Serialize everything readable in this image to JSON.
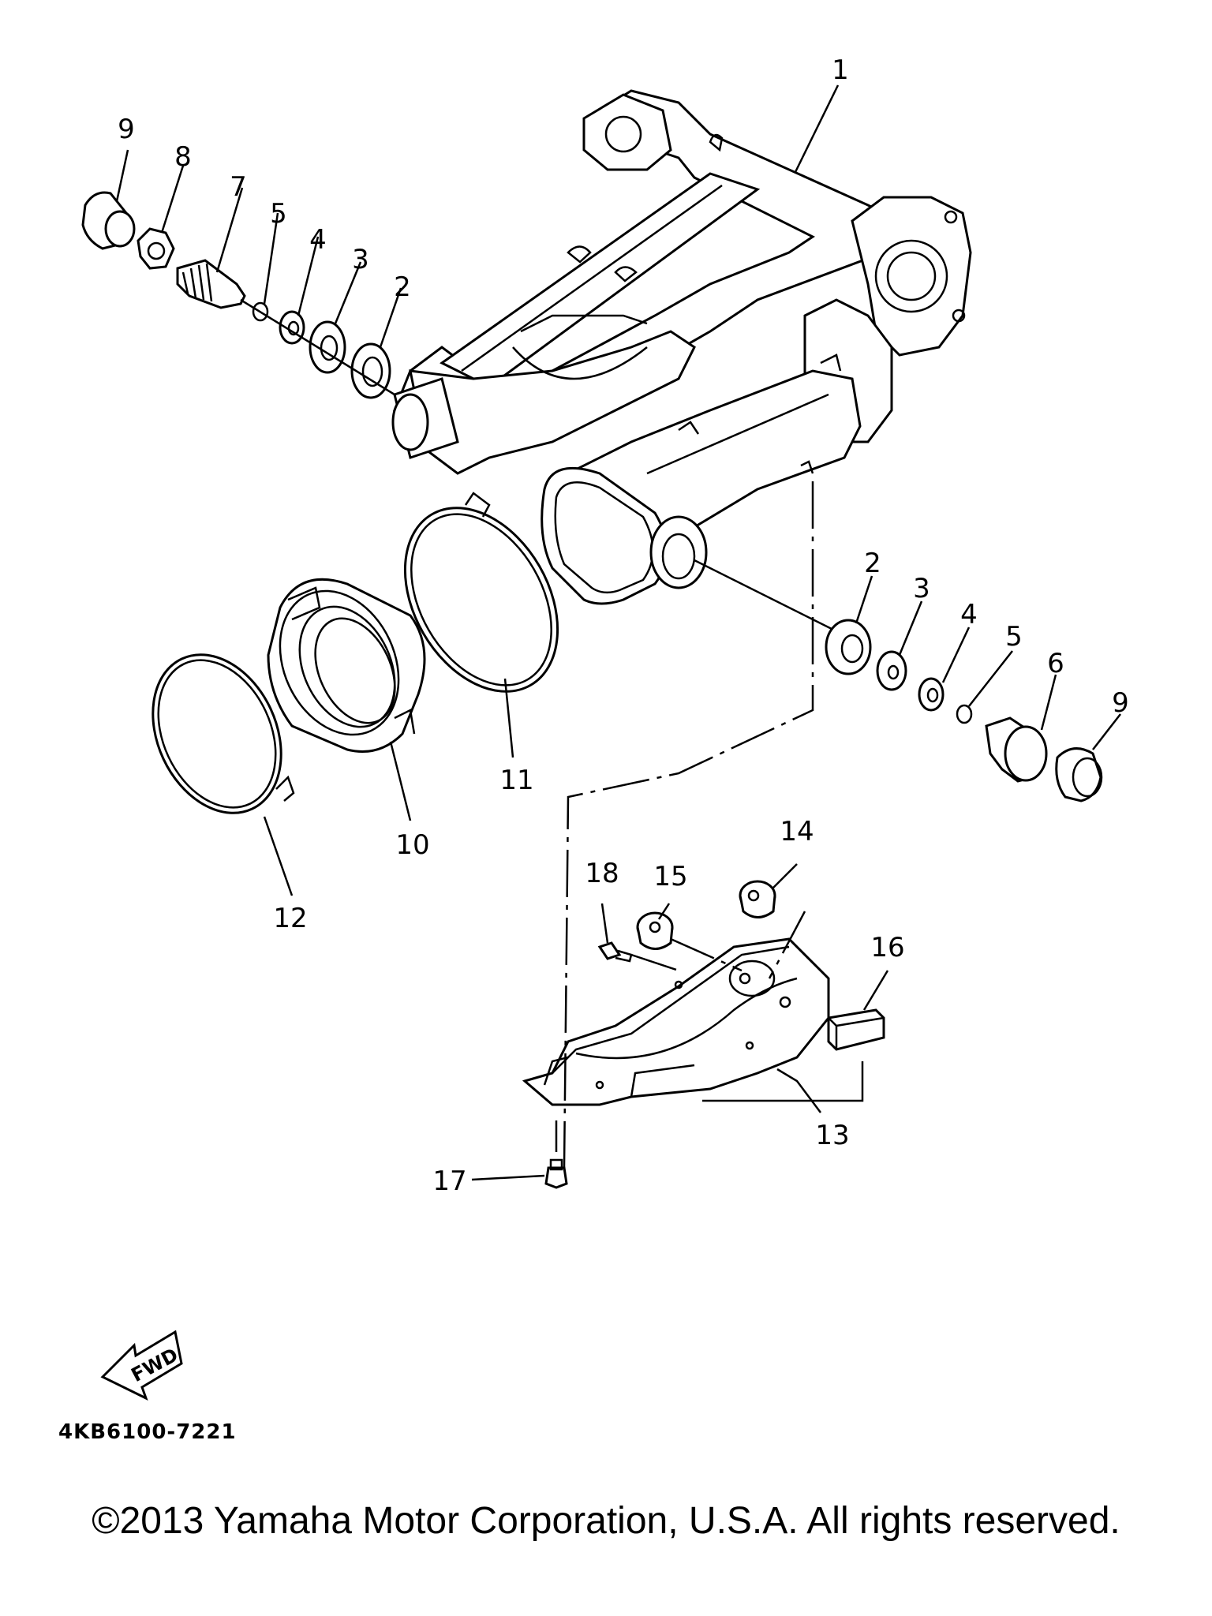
{
  "callouts": {
    "c1": "1",
    "c2a": "2",
    "c3a": "3",
    "c4a": "4",
    "c5a": "5",
    "c7": "7",
    "c8": "8",
    "c9a": "9",
    "c2b": "2",
    "c3b": "3",
    "c4b": "4",
    "c5b": "5",
    "c6": "6",
    "c9b": "9",
    "c10": "10",
    "c11": "11",
    "c12": "12",
    "c13": "13",
    "c14": "14",
    "c15": "15",
    "c16": "16",
    "c17": "17",
    "c18": "18"
  },
  "fwd_label": "FWD",
  "diagram_code": "4KB6100-7221",
  "copyright": "©2013 Yamaha Motor Corporation, U.S.A. All rights reserved."
}
